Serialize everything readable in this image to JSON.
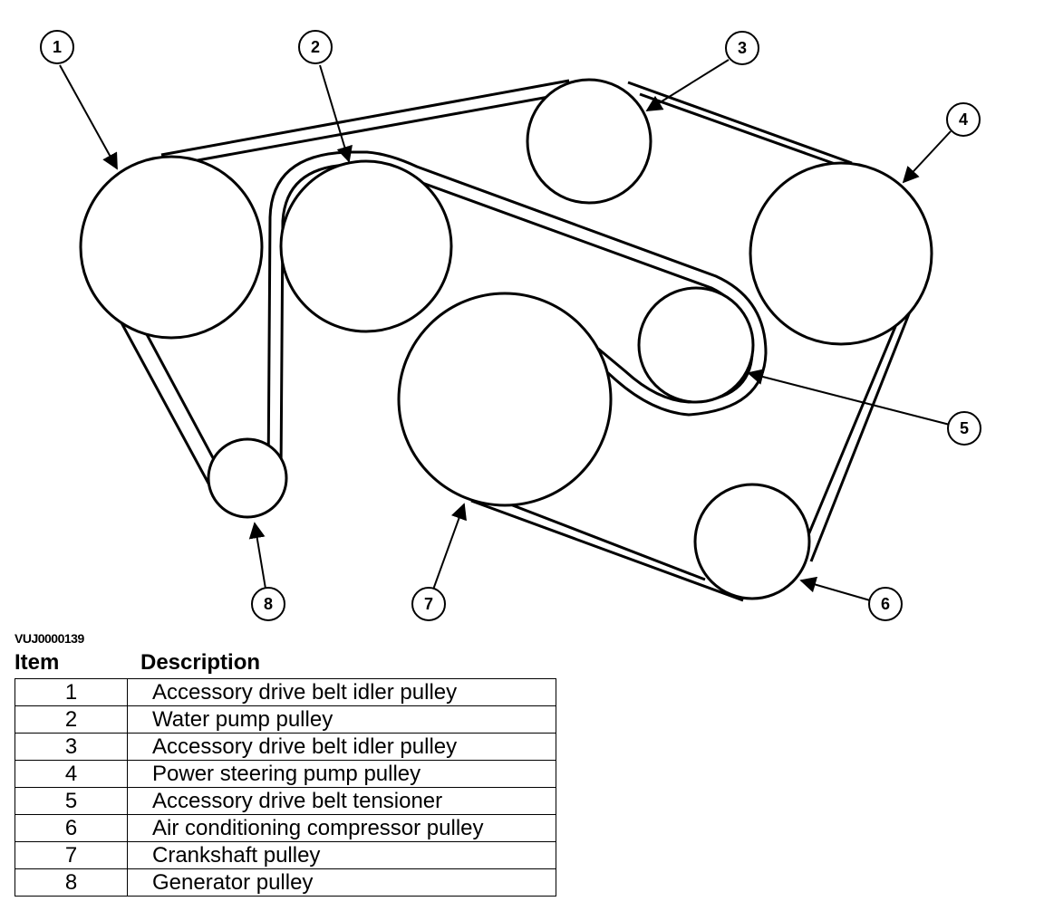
{
  "diagram": {
    "callouts": [
      "1",
      "2",
      "3",
      "4",
      "5",
      "6",
      "7",
      "8"
    ]
  },
  "figure_code": "VUJ0000139",
  "table": {
    "headers": {
      "item": "Item",
      "description": "Description"
    },
    "rows": [
      {
        "item": "1",
        "description": "Accessory drive belt idler pulley"
      },
      {
        "item": "2",
        "description": "Water pump pulley"
      },
      {
        "item": "3",
        "description": "Accessory drive belt idler pulley"
      },
      {
        "item": "4",
        "description": "Power steering pump pulley"
      },
      {
        "item": "5",
        "description": "Accessory drive belt tensioner"
      },
      {
        "item": "6",
        "description": "Air conditioning compressor pulley"
      },
      {
        "item": "7",
        "description": "Crankshaft pulley"
      },
      {
        "item": "8",
        "description": "Generator pulley"
      }
    ]
  }
}
